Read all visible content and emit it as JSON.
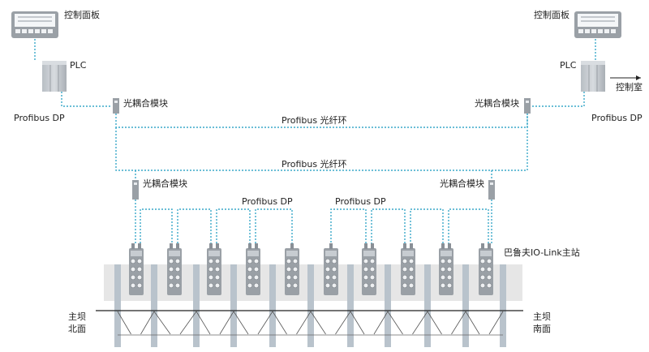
{
  "labels": {
    "panel_left": "控制面板",
    "panel_right": "控制面板",
    "plc_left": "PLC",
    "plc_right": "PLC",
    "control_room": "控制室",
    "profibus_dp_left": "Profibus DP",
    "profibus_dp_right": "Profibus DP",
    "coupler_top_left": "光耦合模块",
    "coupler_top_right": "光耦合模块",
    "coupler_bottom_left": "光耦合模块",
    "coupler_bottom_right": "光耦合模块",
    "ring_upper": "Profibus 光纤环",
    "ring_lower": "Profibus 光纤环",
    "dp_bus_left": "Profibus DP",
    "dp_bus_right": "Profibus DP",
    "iolink_master": "巴鲁夫IO-Link主站",
    "dam_north_line1": "主坝",
    "dam_north_line2": "北面",
    "dam_south_line1": "主坝",
    "dam_south_line2": "南面"
  },
  "colors": {
    "network_line": "#3aa9c9",
    "device_gray": "#9aa0a6",
    "dam_band": "#e6e6e6",
    "pillar": "#b9c3cc",
    "text": "#222222"
  }
}
